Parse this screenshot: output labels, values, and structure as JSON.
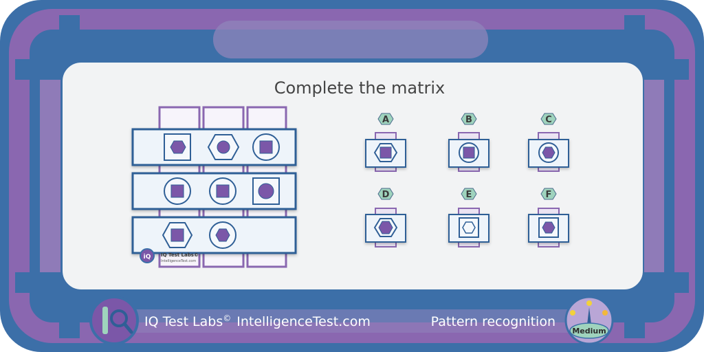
{
  "puzzle": {
    "title": "Complete the matrix",
    "options": [
      {
        "letter": "A"
      },
      {
        "letter": "B"
      },
      {
        "letter": "C"
      },
      {
        "letter": "D"
      },
      {
        "letter": "E"
      },
      {
        "letter": "F"
      }
    ],
    "watermark": {
      "brand": "IQ Test Labs©",
      "site": "IntelligenceTest.com"
    }
  },
  "footer": {
    "brand": "IQ Test Labs",
    "copyright": "©",
    "site": "IntelligenceTest.com",
    "category": "Pattern recognition",
    "difficulty": "Medium"
  },
  "colors": {
    "frame_blue": "#3c6fa8",
    "frame_purple": "#8a67b0",
    "shape_purple": "#7b57a8",
    "stroke_blue": "#2f5f96",
    "panel": "#f2f3f4",
    "badge": "#9fd3bd"
  }
}
